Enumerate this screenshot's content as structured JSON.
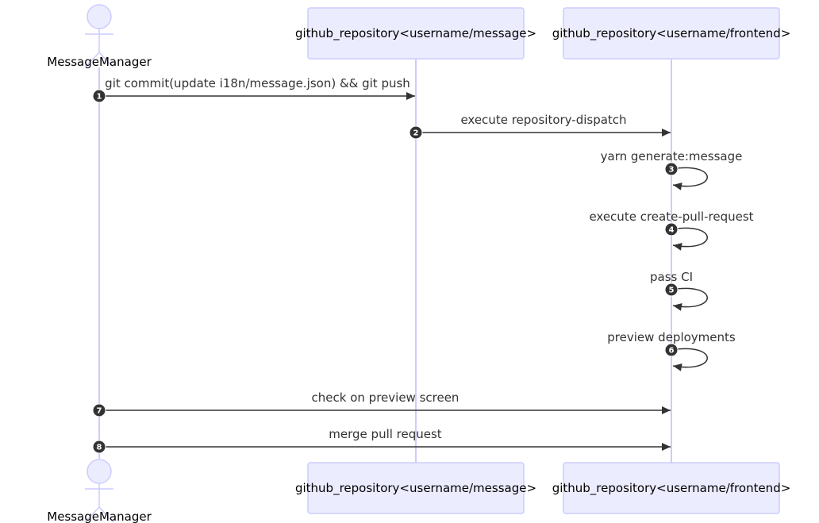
{
  "diagram": {
    "type": "sequence",
    "participants": [
      {
        "id": "mm",
        "label": "MessageManager",
        "kind": "actor"
      },
      {
        "id": "msg",
        "label": "github_repository<username/message>",
        "kind": "box"
      },
      {
        "id": "fe",
        "label": "github_repository<username/frontend>",
        "kind": "box"
      }
    ],
    "messages": [
      {
        "num": "1",
        "from": "mm",
        "to": "msg",
        "text": "git commit(update i18n/message.json) && git push"
      },
      {
        "num": "2",
        "from": "msg",
        "to": "fe",
        "text": "execute repository-dispatch"
      },
      {
        "num": "3",
        "from": "fe",
        "to": "fe",
        "text": "yarn generate:message"
      },
      {
        "num": "4",
        "from": "fe",
        "to": "fe",
        "text": "execute create-pull-request"
      },
      {
        "num": "5",
        "from": "fe",
        "to": "fe",
        "text": "pass CI"
      },
      {
        "num": "6",
        "from": "fe",
        "to": "fe",
        "text": "preview deployments"
      },
      {
        "num": "7",
        "from": "mm",
        "to": "fe",
        "text": "check on preview screen"
      },
      {
        "num": "8",
        "from": "mm",
        "to": "fe",
        "text": "merge pull request"
      }
    ]
  },
  "colors": {
    "box_fill": "#ECECFF",
    "box_stroke": "#CCCCFF",
    "lifeline": "#CCCCFF",
    "arrow": "#333333",
    "badge": "#333333"
  }
}
